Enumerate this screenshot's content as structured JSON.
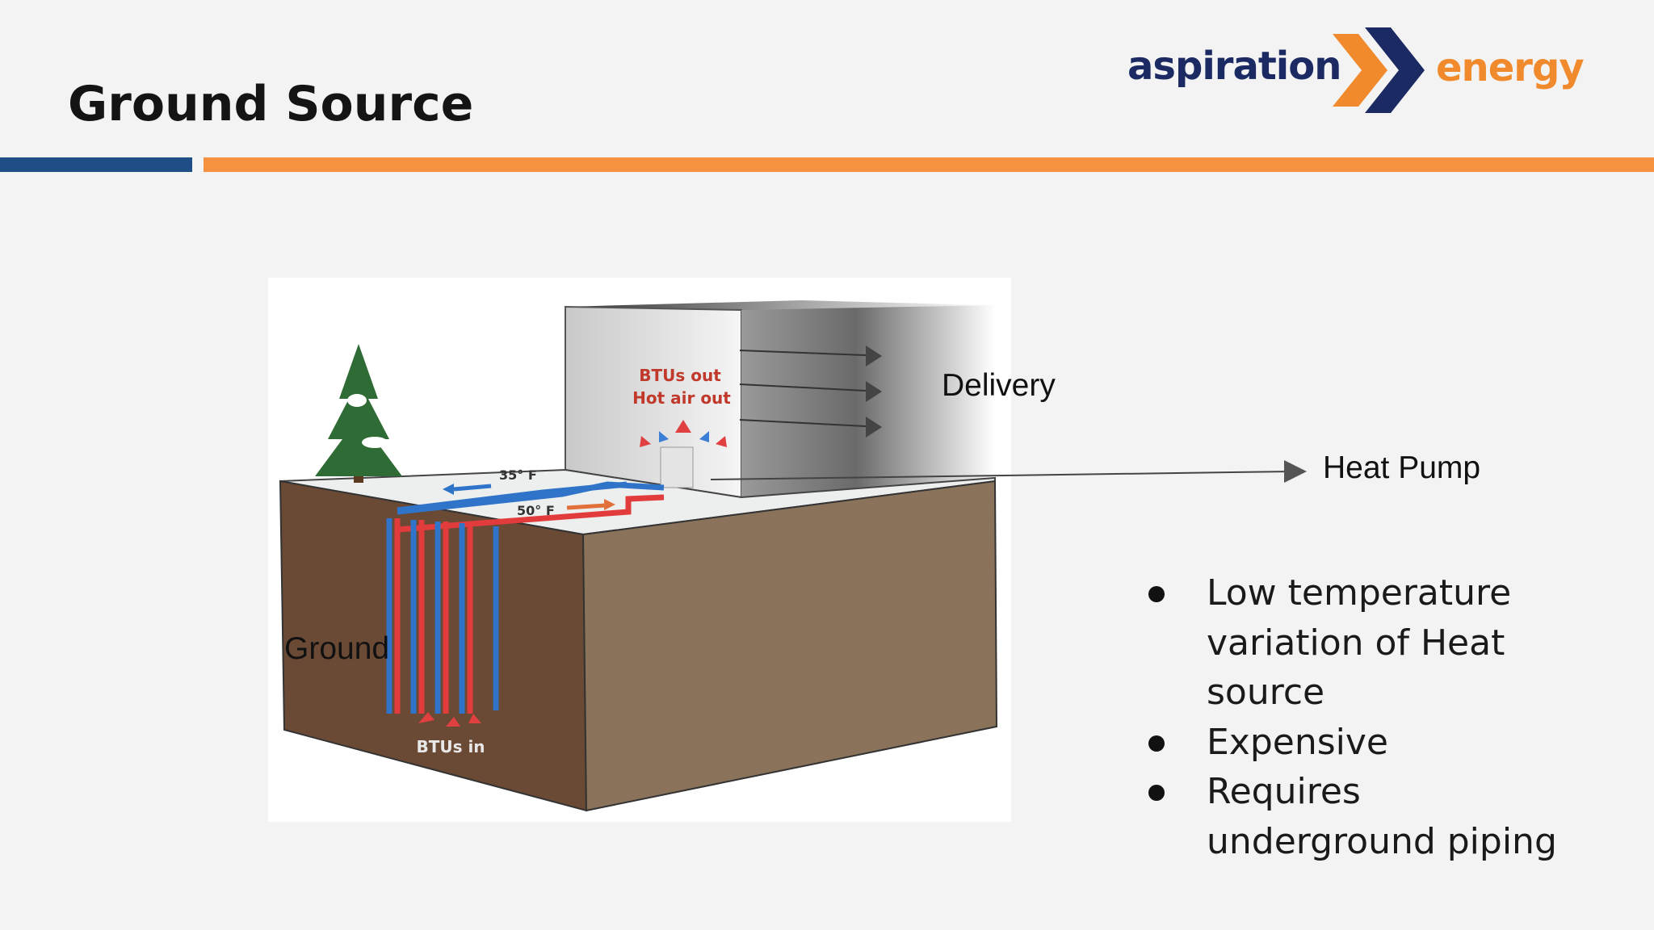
{
  "slide": {
    "title": "Ground Source",
    "logo": {
      "word1": "aspiration",
      "word2": "energy",
      "colors": {
        "navy": "#1b2a63",
        "orange": "#f08a2c"
      }
    },
    "rule_colors": {
      "blue": "#1f4d86",
      "orange": "#f5913f"
    }
  },
  "diagram": {
    "box_text": {
      "line1": "BTUs out",
      "line2": "Hot air out"
    },
    "temp_cold": "35° F",
    "temp_warm": "50° F",
    "btus_in": "BTUs in"
  },
  "labels": {
    "delivery": "Delivery",
    "heat_pump": "Heat Pump",
    "ground": "Ground"
  },
  "bullets": [
    {
      "text": "Low temperature variation of Heat source"
    },
    {
      "text": "Expensive"
    },
    {
      "text": "Requires underground piping"
    }
  ]
}
